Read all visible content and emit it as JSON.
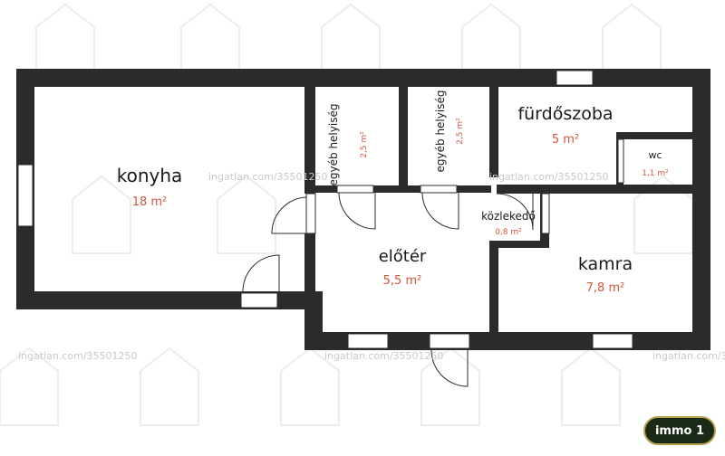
{
  "floorplan": {
    "rooms": [
      {
        "id": "konyha",
        "name": "konyha",
        "area": "18 m²"
      },
      {
        "id": "egyeb-1",
        "name": "egyéb helyiség",
        "area": "2,5 m²"
      },
      {
        "id": "egyeb-2",
        "name": "egyéb helyiség",
        "area": "2,5 m²"
      },
      {
        "id": "furdoszoba",
        "name": "fürdőszoba",
        "area": "5 m²"
      },
      {
        "id": "wc",
        "name": "wc",
        "area": "1,1 m²"
      },
      {
        "id": "kozlekedo",
        "name": "közlekedő",
        "area": "0,8 m²"
      },
      {
        "id": "eloter",
        "name": "előtér",
        "area": "5,5 m²"
      },
      {
        "id": "kamra",
        "name": "kamra",
        "area": "7,8 m²"
      }
    ]
  },
  "watermark": {
    "text": "ingatlan.com/35501250"
  },
  "logo": {
    "text": "immo 1"
  },
  "colors": {
    "wall": "#2b2b2b",
    "area_text": "#d2553a",
    "window": "#ffffff",
    "logo_bg": "#1b2a17",
    "logo_border": "#b8a24a"
  }
}
